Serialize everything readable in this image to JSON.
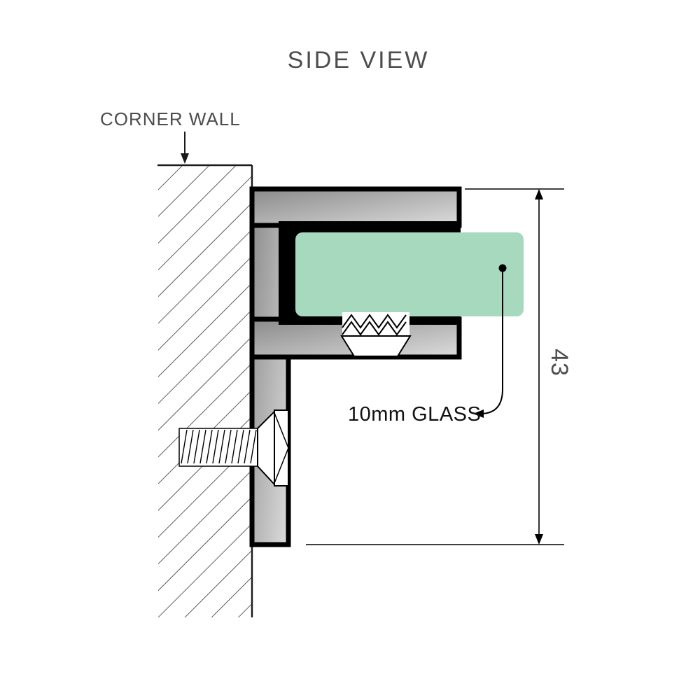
{
  "title": "SIDE VIEW",
  "diagram": {
    "corner_wall_label": "CORNER WALL",
    "glass_label": "10mm GLASS",
    "dimension_value": "43"
  },
  "colors": {
    "glass_green": "#a7d9bf",
    "metal_dark": "#8a8a8a",
    "metal_light": "#dcdcdc",
    "outline": "#000000",
    "label_gray": "#4d4d4d",
    "label_black": "#111111",
    "hatch": "#333333"
  }
}
